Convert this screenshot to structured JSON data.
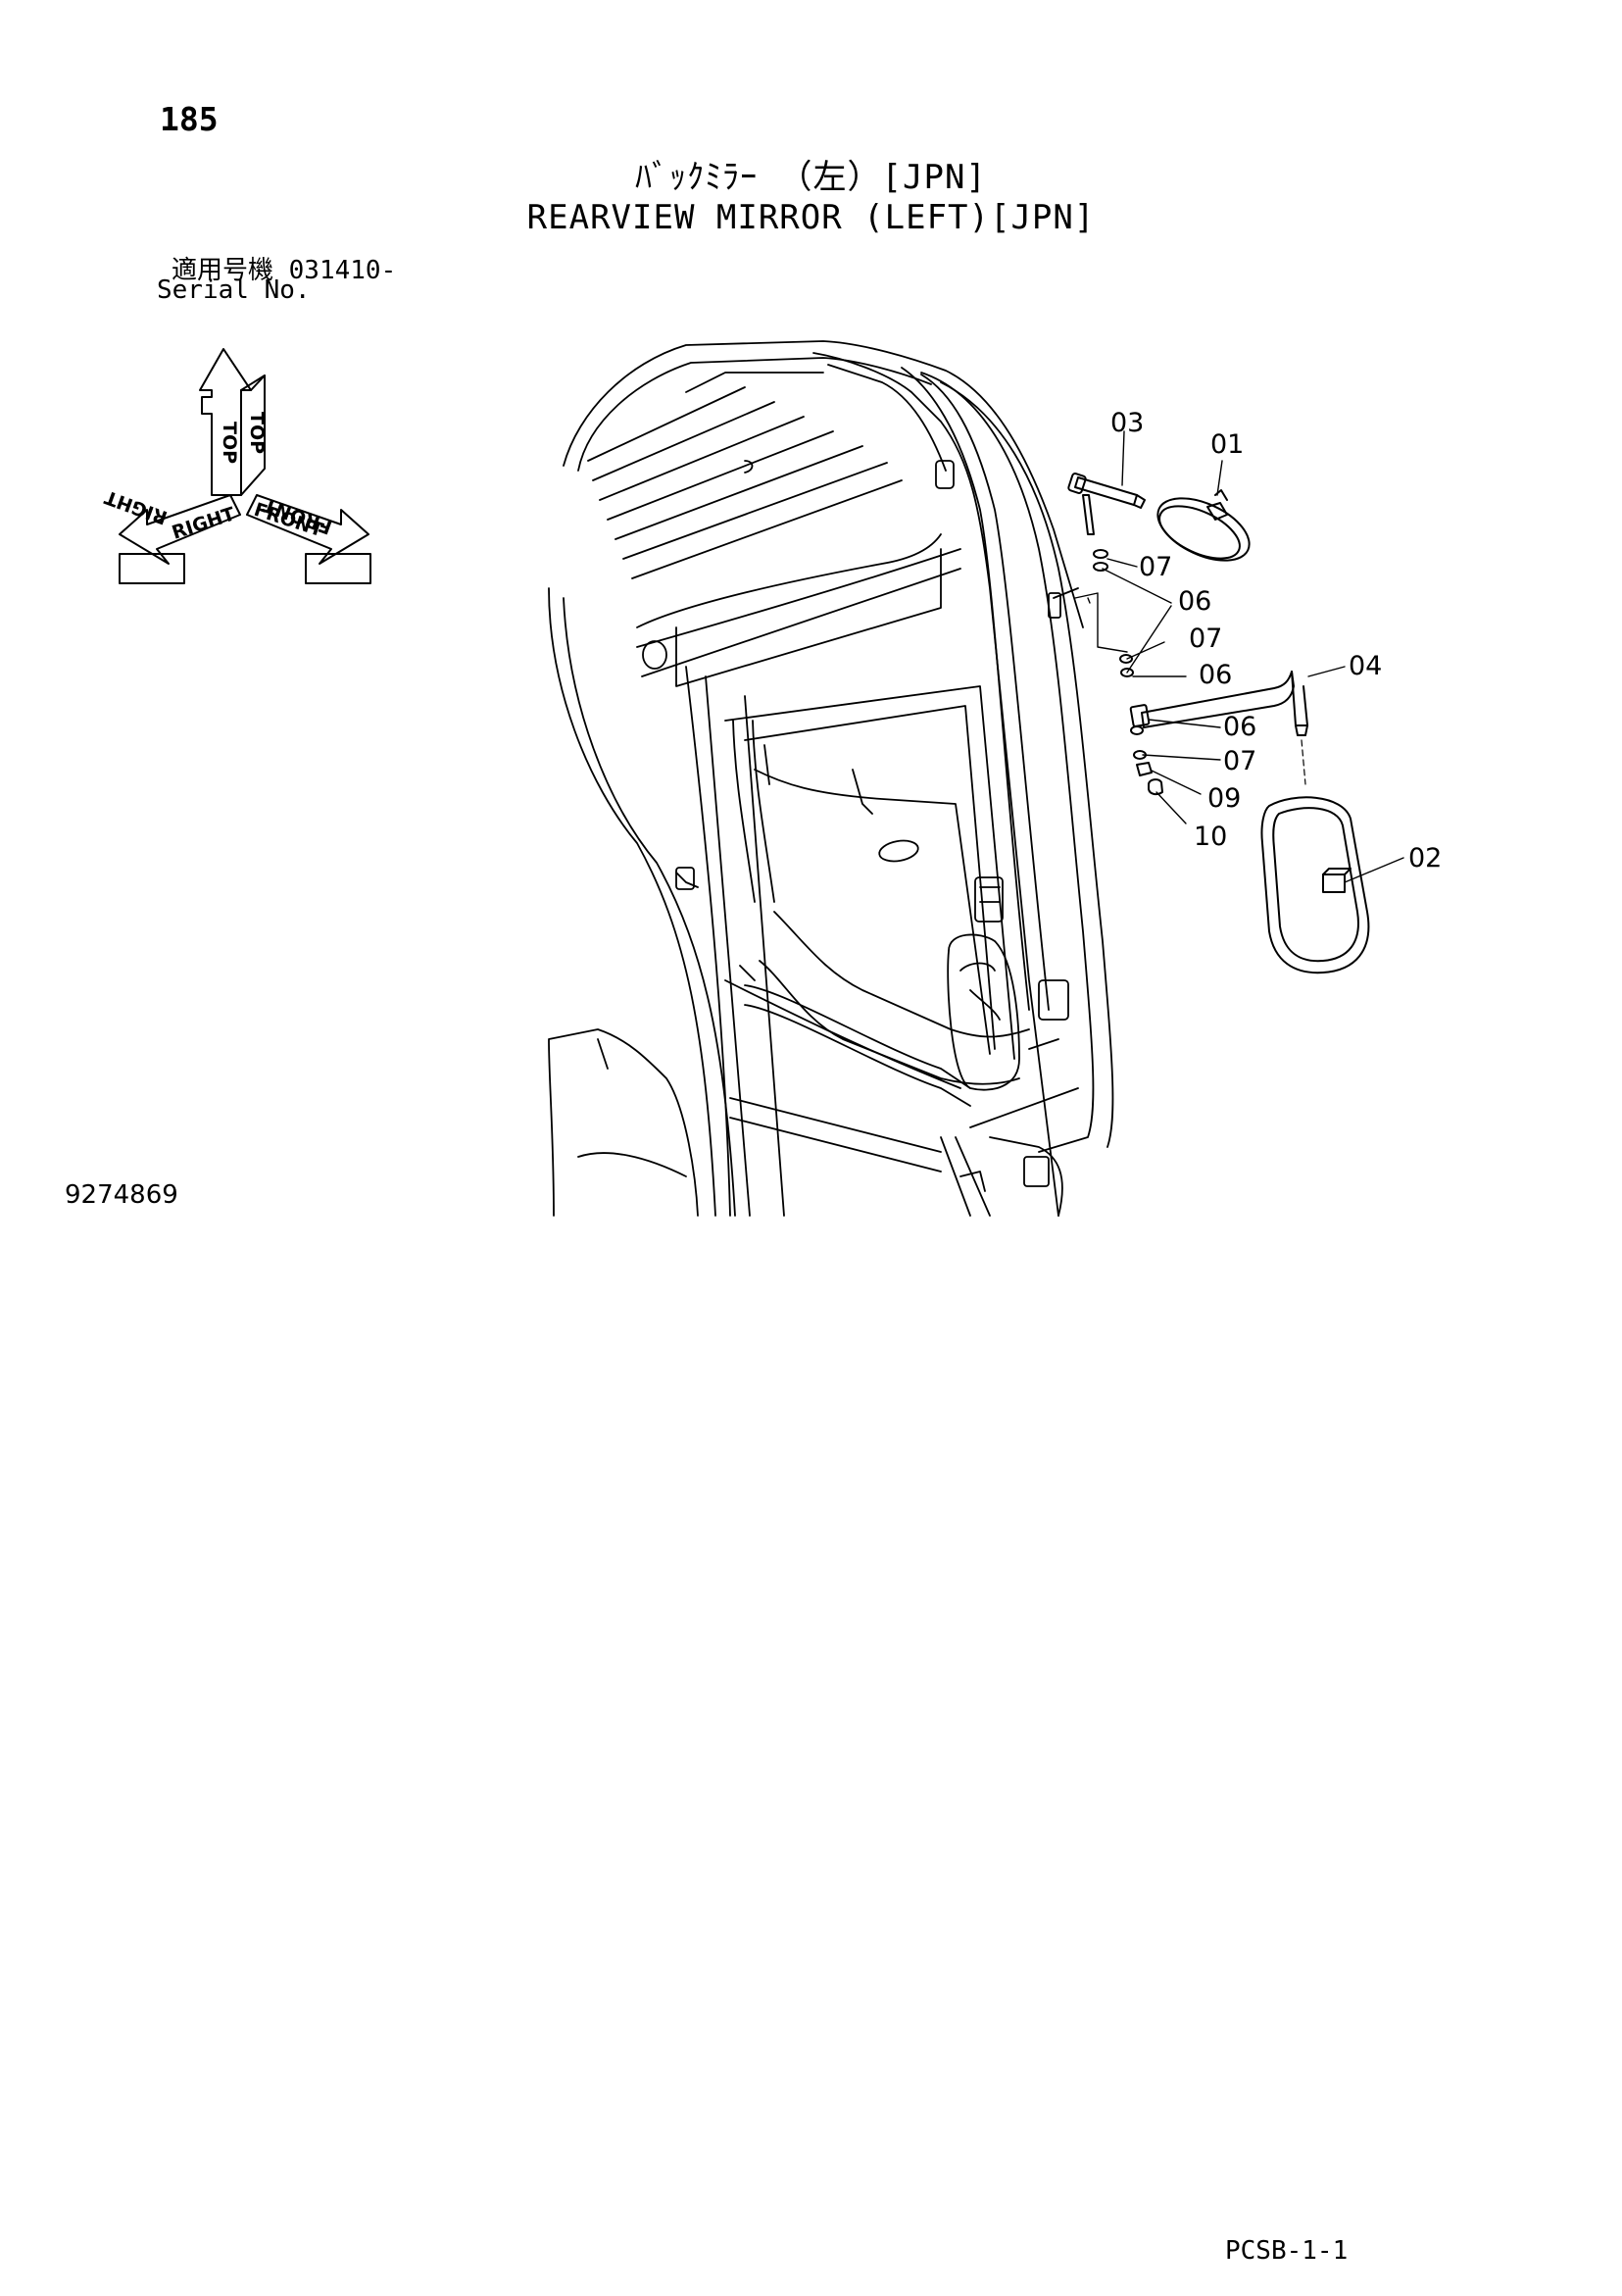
{
  "header": {
    "page_number": "185",
    "title_jp": "ﾊﾞｯｸﾐﾗｰ （左）[JPN]",
    "title_en": "REARVIEW MIRROR (LEFT)[JPN]",
    "serial_jp": "適用号機  031410-",
    "serial_en": "Serial No."
  },
  "orientation": {
    "top": "TOP",
    "right": "RIGHT",
    "front": "FRONT"
  },
  "callouts": {
    "c01": "01",
    "c02": "02",
    "c03": "03",
    "c04": "04",
    "c06a": "06",
    "c06b": "06",
    "c06c": "06",
    "c07a": "07",
    "c07b": "07",
    "c07c": "07",
    "c09": "09",
    "c10": "10"
  },
  "footer": {
    "drawing_number": "9274869",
    "page_code": "PCSB-1-1"
  }
}
